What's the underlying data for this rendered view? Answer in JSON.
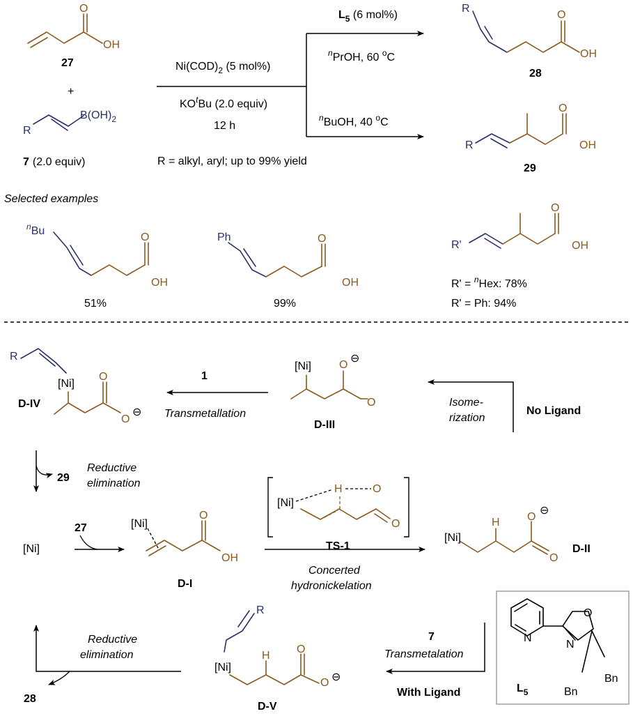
{
  "colors": {
    "acid": "#8a5a1e",
    "boron": "#2a2f6b",
    "text": "#000000"
  },
  "top": {
    "cmpd27": "27",
    "plus": "+",
    "boronic_label": "B(OH)",
    "boronic_sub": "2",
    "R": "R",
    "cmpd7": "7",
    "cmpd7_equiv": "(2.0 equiv)",
    "cond_ni": "Ni(COD)",
    "cond_ni_sub": "2",
    "cond_ni_rest": " (5 mol%)",
    "cond_base": "KO",
    "cond_base_sup": "t",
    "cond_base_rest": "Bu (2.0 equiv)",
    "cond_time": "12 h",
    "scope": "R = alkyl, aryl; up to 99% yield",
    "upper_cat_L": "L",
    "upper_cat_sub": "5",
    "upper_cat_rest": " (6 mol%)",
    "upper_sup": "n",
    "upper_solvent": "PrOH, 60 ",
    "upper_deg": "o",
    "upper_C": "C",
    "lower_sup": "n",
    "lower_solvent": "BuOH, 40 ",
    "lower_deg": "o",
    "lower_C": "C",
    "cmpd28": "28",
    "cmpd29": "29",
    "OH": "OH",
    "O": "O"
  },
  "examples": {
    "heading": "Selected examples",
    "ex1_sup": "n",
    "ex1_sub": "Bu",
    "ex1_yield": "51%",
    "ex2_sub": "Ph",
    "ex2_yield": "99%",
    "ex3_sub": "R'",
    "ex3_line1_pre": "R' = ",
    "ex3_line1_sup": "n",
    "ex3_line1_post": "Hex: 78%",
    "ex3_line2": "R' = Ph: 94%"
  },
  "mechanism": {
    "Ni": "[Ni]",
    "H": "H",
    "O": "O",
    "OH": "OH",
    "R": "R",
    "neg": "⊖",
    "DIV": "D-IV",
    "DIII": "D-III",
    "DII": "D-II",
    "DI": "D-I",
    "DV": "D-V",
    "TS1": "TS-1",
    "step1_num": "1",
    "step1_label": "Transmetallation",
    "iso_1": "Isome-",
    "iso_2": "rization",
    "no_ligand": "No Ligand",
    "re_prod": "29",
    "re_label_1": "Reductive",
    "re_label_2": "elimination",
    "add_num": "27",
    "hydro_1": "Concerted",
    "hydro_2": "hydronickelation",
    "tm7_num": "7",
    "tm7_label": "Transmetalation",
    "with_ligand": "With Ligand",
    "re2_label_1": "Reductive",
    "re2_label_2": "elimination",
    "re2_prod": "28",
    "ligand_label": "L",
    "ligand_sub": "5",
    "lig_N1": "N",
    "lig_N2": "N",
    "lig_O": "O",
    "lig_Bn1": "Bn",
    "lig_Bn2": "Bn"
  }
}
